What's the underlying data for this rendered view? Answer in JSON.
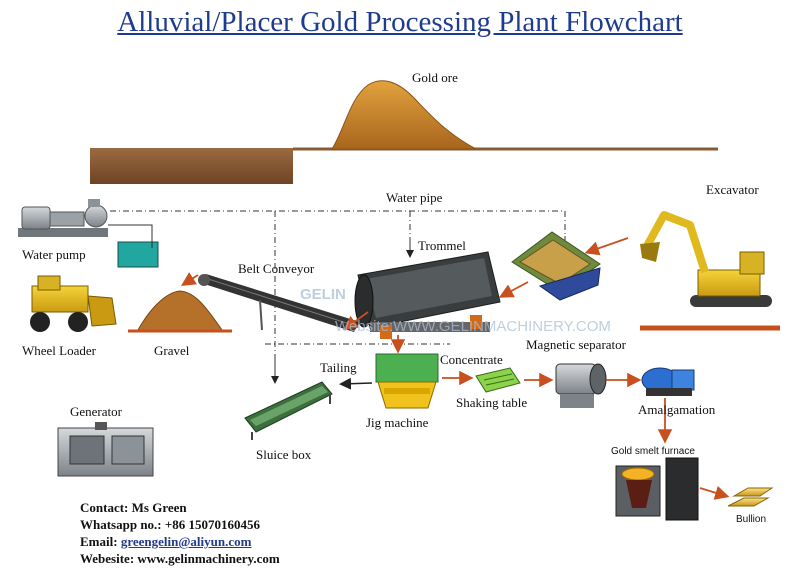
{
  "title": "Alluvial/Placer Gold Processing Plant Flowchart",
  "labels": {
    "gold_ore": "Gold ore",
    "water_pipe": "Water pipe",
    "excavator": "Excavator",
    "water_pump": "Water pump",
    "trommel": "Trommel",
    "belt_conveyor": "Belt Conveyor",
    "wheel_loader": "Wheel  Loader",
    "gravel": "Gravel",
    "tailing": "Tailing",
    "concentrate": "Concentrate",
    "magnetic_separator": "Magnetic separator",
    "generator": "Generator",
    "jig_machine": "Jig machine",
    "shaking_table": "Shaking table",
    "amalgamation": "Amalgamation",
    "sluice_box": "Sluice box",
    "gold_smelt_furnace": "Gold smelt furnace",
    "bullion": "Bullion"
  },
  "contact": {
    "name_label": "Contact:",
    "name": "Ms Green",
    "whatsapp_label": "Whatsapp no.:",
    "whatsapp": "+86 15070160456",
    "email_label": "Email:",
    "email": "greengelin@aliyun.com",
    "website_label": "Webesite:",
    "website": "www.gelinmachinery.com"
  },
  "watermark": {
    "logo": "GELIN",
    "site": "Website:WWW.GELINMACHINERY.COM"
  },
  "colors": {
    "title": "#1f3b8f",
    "arrow": "#c8501e",
    "gravel": "#b5702a",
    "ground": "#8a5a32"
  }
}
